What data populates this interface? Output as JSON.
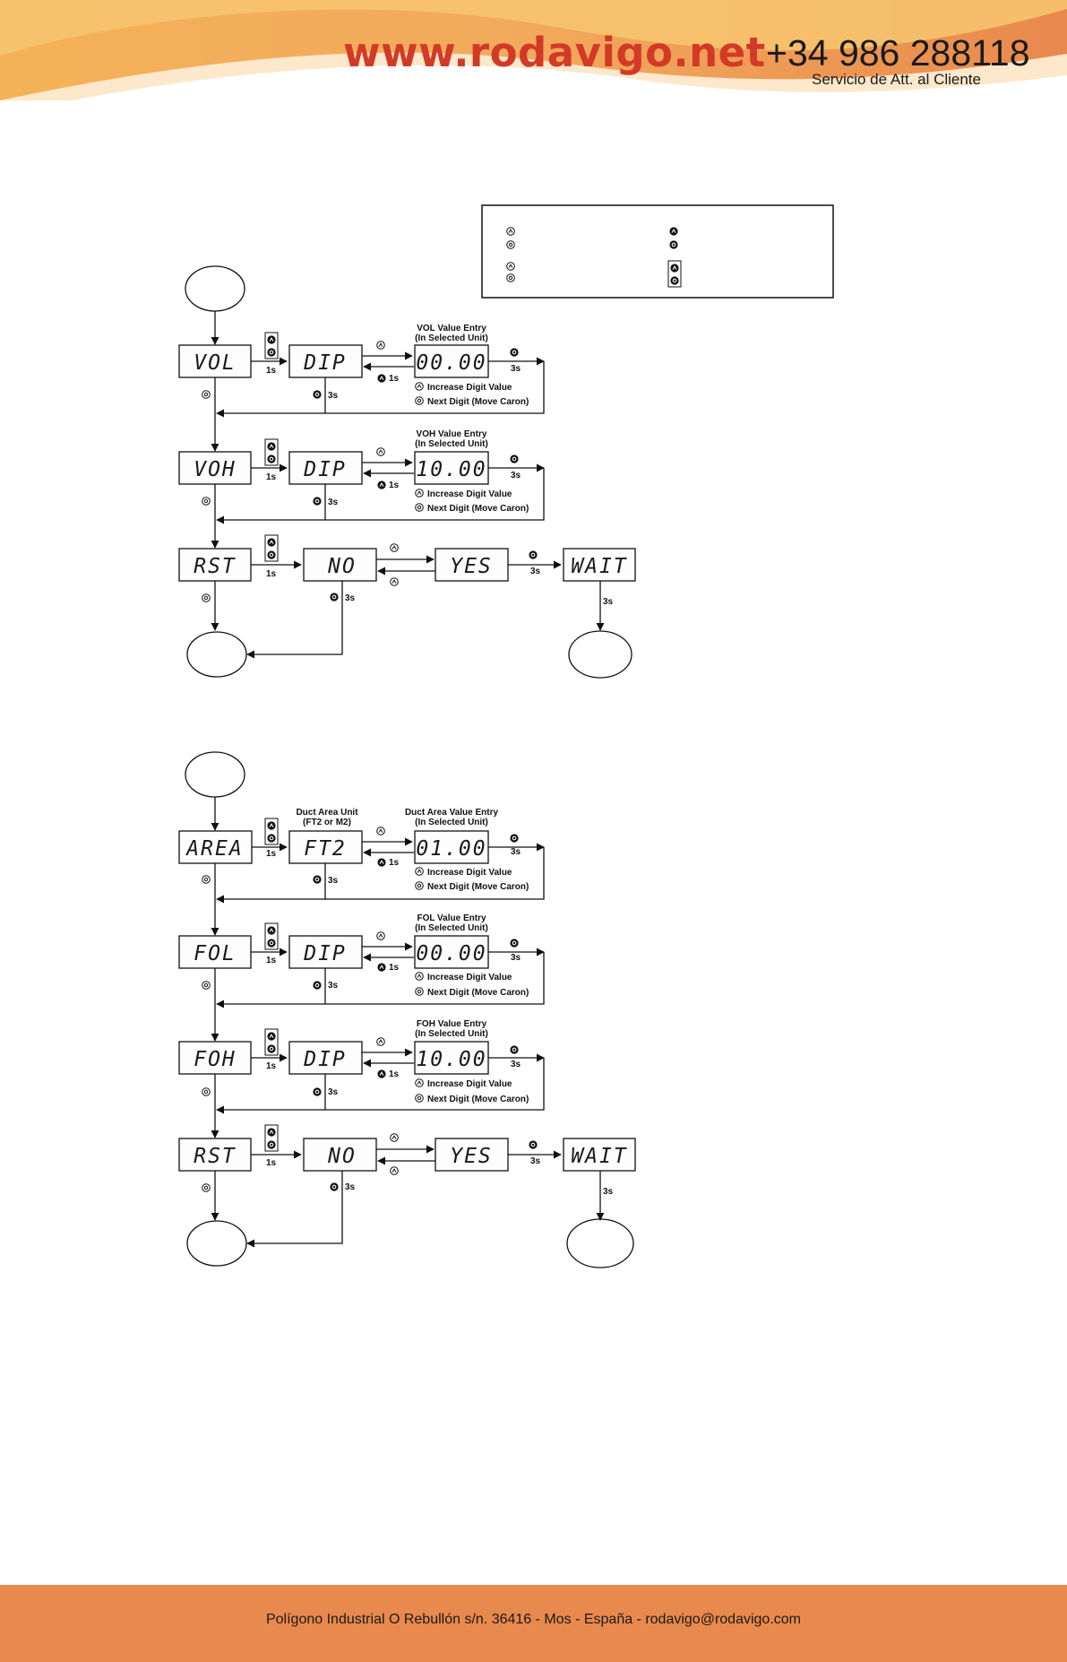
{
  "header": {
    "website": "www.rodavigo.net",
    "phone": "+34 986 288118",
    "service": "Servicio de Att. al Cliente"
  },
  "footer": {
    "address": "Polígono Industrial O Rebullón s/n. 36416 - Mos - España - rodavigo@rodavigo.com"
  },
  "colors": {
    "brand_red": "#d23a27",
    "header_orange": "#f0a45a",
    "footer_orange": "#e8894d"
  },
  "legend": {
    "icons": [
      "up-button-icon",
      "set-button-icon",
      "up-button-filled-icon",
      "set-button-filled-icon",
      "up-set-pair-icon",
      "up-set-combo-icon"
    ]
  },
  "flow1": {
    "displays": {
      "vol": "VOL",
      "dip1": "DIP",
      "val1": "00.00",
      "voh": "VOH",
      "dip2": "DIP",
      "val2": "10.00",
      "rst": "RST",
      "no": "NO",
      "yes": "YES",
      "wait": "WAIT"
    },
    "labels": {
      "vol_entry": "VOL Value Entry",
      "vol_unit": "(In Selected Unit)",
      "voh_entry": "VOH Value Entry",
      "voh_unit": "(In Selected Unit)",
      "inc1": "Increase Digit Value",
      "next1": "Next Digit (Move Caron)",
      "inc2": "Increase Digit Value",
      "next2": "Next Digit (Move Caron)"
    },
    "times": {
      "t1": "1s",
      "t2": "1s",
      "t3": "3s",
      "t4": "3s",
      "t5": "1s",
      "t6": "1s",
      "t7": "3s",
      "t8": "3s",
      "t9": "1s",
      "t10": "3s",
      "t11": "3s",
      "t12": "3s"
    }
  },
  "flow2": {
    "displays": {
      "area": "AREA",
      "ft2": "FT2",
      "val1": "01.00",
      "fol": "FOL",
      "dip1": "DIP",
      "val2": "00.00",
      "foh": "FOH",
      "dip2": "DIP",
      "val3": "10.00",
      "rst": "RST",
      "no": "NO",
      "yes": "YES",
      "wait": "WAIT"
    },
    "labels": {
      "area_unit": "Duct Area Unit",
      "area_unit_sub": "(FT2 or M2)",
      "area_entry": "Duct Area Value Entry",
      "area_entry_sub": "(In Selected Unit)",
      "fol_entry": "FOL Value Entry",
      "fol_unit": "(In Selected Unit)",
      "foh_entry": "FOH Value Entry",
      "foh_unit": "(In Selected Unit)",
      "inc1": "Increase Digit Value",
      "next1": "Next Digit (Move Caron)",
      "inc2": "Increase Digit Value",
      "next2": "Next Digit (Move Caron)",
      "inc3": "Increase Digit Value",
      "next3": "Next Digit (Move Caron)"
    },
    "times": {
      "t1": "1s",
      "t2": "1s",
      "t3": "3s",
      "t4": "3s",
      "t5": "1s",
      "t6": "1s",
      "t7": "3s",
      "t8": "3s",
      "t9": "1s",
      "t10": "1s",
      "t11": "3s",
      "t12": "3s",
      "t13": "1s",
      "t14": "3s",
      "t15": "3s",
      "t16": "3s"
    }
  }
}
